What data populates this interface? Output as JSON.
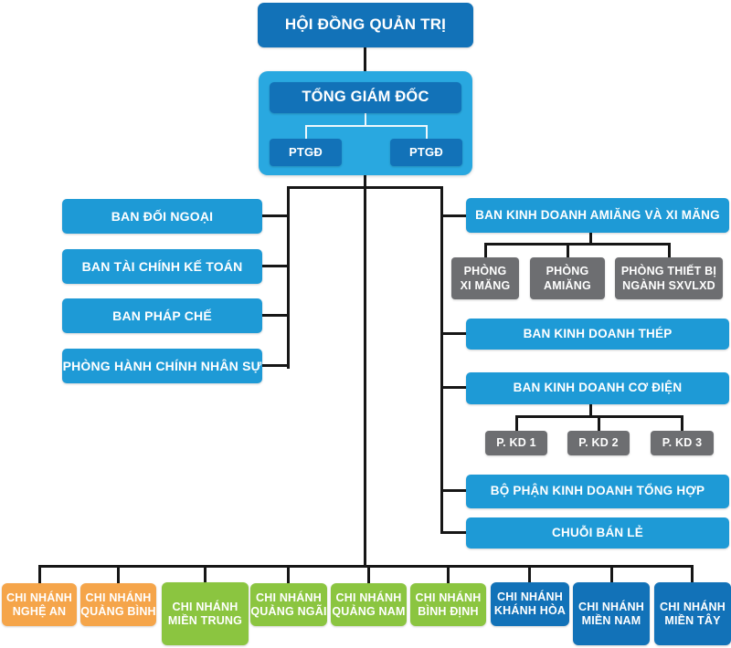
{
  "colors": {
    "dark_blue": "#1272B8",
    "light_blue_container": "#29A8E0",
    "medium_blue": "#1E9AD6",
    "gray": "#6D6E71",
    "orange": "#F5A54A",
    "green": "#8BC540",
    "connector_black": "#161616",
    "connector_white": "#EEF7FC",
    "text": "#FFFFFF"
  },
  "org": {
    "board": {
      "label": "HỘI ĐỒNG QUẢN TRỊ"
    },
    "ceo": {
      "label": "TỔNG GIÁM ĐỐC"
    },
    "deputies": [
      {
        "label": "PTGĐ"
      },
      {
        "label": "PTGĐ"
      }
    ],
    "left_departments": [
      {
        "label": "BAN ĐỐI NGOẠI"
      },
      {
        "label": "BAN TÀI CHÍNH KẾ TOÁN"
      },
      {
        "label": "BAN PHÁP CHẾ"
      },
      {
        "label": "PHÒNG HÀNH CHÍNH NHÂN SỰ"
      }
    ],
    "right_departments": [
      {
        "label": "BAN KINH DOANH AMIĂNG VÀ XI MĂNG"
      },
      {
        "label": "BAN KINH DOANH THÉP"
      },
      {
        "label": "BAN KINH DOANH CƠ ĐIỆN"
      },
      {
        "label": "BỘ PHẬN KINH DOANH TỔNG HỢP"
      },
      {
        "label": "CHUỖI BÁN LẺ"
      }
    ],
    "amiang_children": [
      {
        "label": "PHÒNG\nXI MĂNG"
      },
      {
        "label": "PHÒNG\nAMIĂNG"
      },
      {
        "label": "PHÒNG THIẾT BỊ\nNGÀNH SXVLXD"
      }
    ],
    "codien_children": [
      {
        "label": "P. KD 1"
      },
      {
        "label": "P. KD 2"
      },
      {
        "label": "P. KD 3"
      }
    ],
    "branches": [
      {
        "label": "CHI NHÁNH\nNGHỆ AN",
        "color_group": "orange"
      },
      {
        "label": "CHI NHÁNH\nQUẢNG BÌNH",
        "color_group": "orange"
      },
      {
        "label": "CHI NHÁNH\nMIỀN TRUNG",
        "color_group": "green"
      },
      {
        "label": "CHI NHÁNH\nQUẢNG NGÃI",
        "color_group": "green"
      },
      {
        "label": "CHI NHÁNH\nQUẢNG NAM",
        "color_group": "green"
      },
      {
        "label": "CHI NHÁNH\nBÌNH ĐỊNH",
        "color_group": "green"
      },
      {
        "label": "CHI NHÁNH\nKHÁNH HÒA",
        "color_group": "blue"
      },
      {
        "label": "CHI NHÁNH\nMIỀN NAM",
        "color_group": "blue"
      },
      {
        "label": "CHI NHÁNH\nMIỀN TÂY",
        "color_group": "blue"
      }
    ]
  }
}
